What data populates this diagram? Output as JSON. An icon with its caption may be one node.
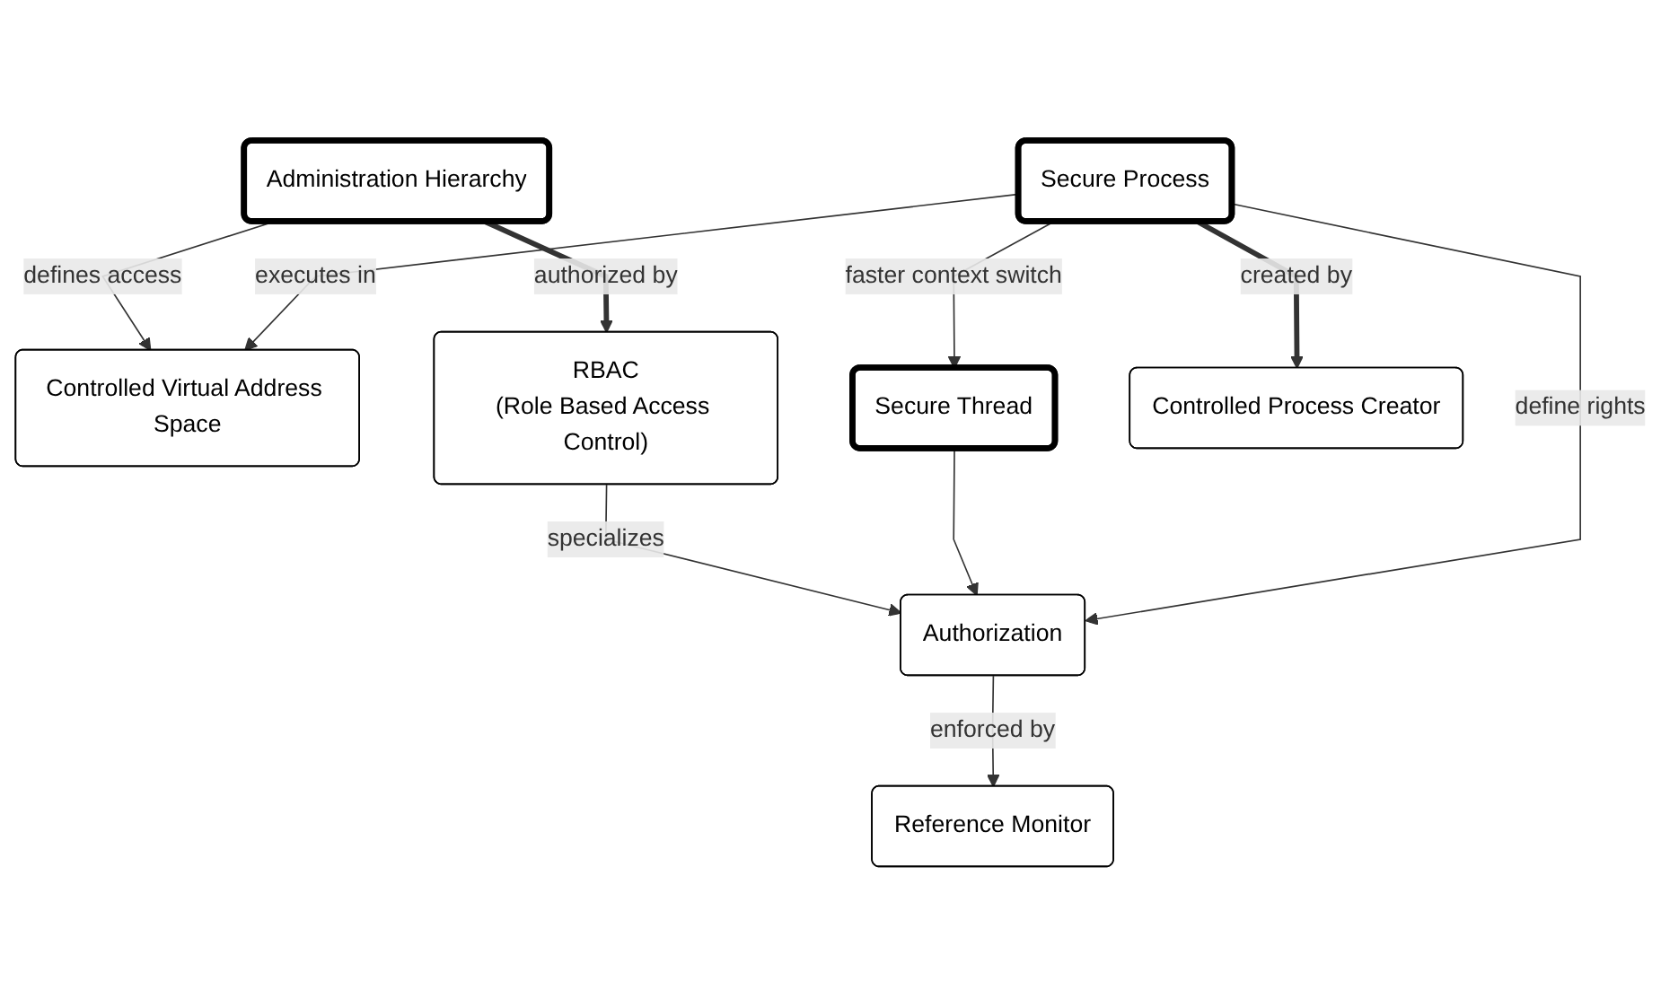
{
  "diagram": {
    "nodes": [
      {
        "text": [
          "Controlled Virtual Address Space"
        ]
      },
      {
        "text": [
          "Secure Process"
        ]
      },
      {
        "text": [
          "Administration Hierarchy"
        ]
      },
      {
        "text": [
          "Secure Thread"
        ]
      },
      {
        "text": [
          "RBAC",
          "(Role Based Access Control)"
        ]
      },
      {
        "text": [
          "Controlled Process Creator"
        ]
      },
      {
        "text": [
          "Authorization"
        ]
      },
      {
        "text": [
          "Reference Monitor"
        ]
      }
    ],
    "edges": [
      {
        "from": 1,
        "to": 0,
        "arrow": "to",
        "label": "executes in"
      },
      {
        "from": 2,
        "to": 0,
        "arrow": "to",
        "label": "defines access"
      },
      {
        "from": 1,
        "to": 3,
        "arrow": "to",
        "label": "faster context switch"
      },
      {
        "from": 1,
        "to": 5,
        "arrow": "to",
        "label": "created by",
        "style": "thick"
      },
      {
        "from": 1,
        "to": 6,
        "arrow": "to",
        "label": "define rights"
      },
      {
        "from": 3,
        "to": 6,
        "arrow": "to"
      },
      {
        "from": 2,
        "to": 4,
        "arrow": "to",
        "label": "authorized by",
        "style": "thick"
      },
      {
        "from": 4,
        "to": 6,
        "arrow": "to",
        "label": "specializes"
      },
      {
        "from": 6,
        "to": 7,
        "arrow": "to",
        "label": "enforced by"
      }
    ]
  }
}
